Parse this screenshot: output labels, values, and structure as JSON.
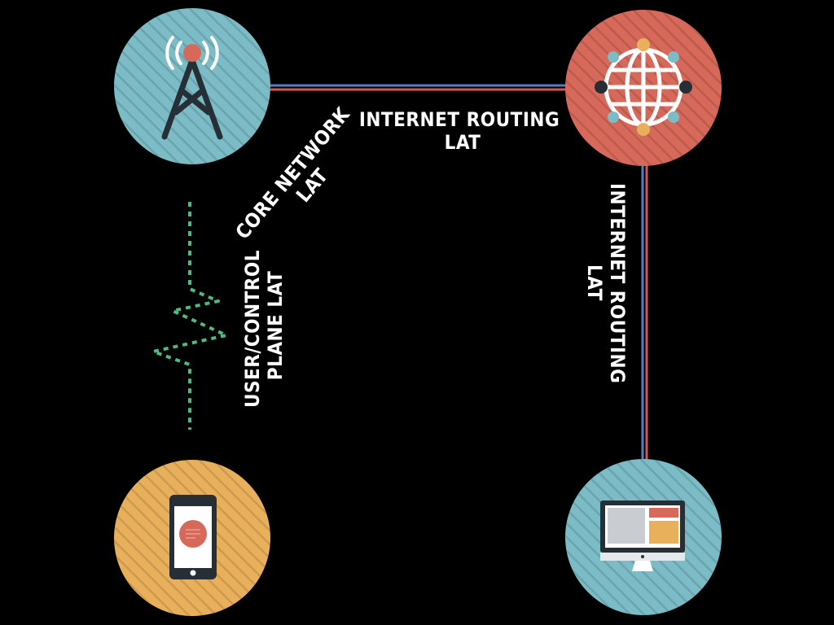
{
  "colors": {
    "background": "#000000",
    "tower_node": "#7bbcc6",
    "internet_node": "#d7695a",
    "phone_node": "#e9b05b",
    "desktop_node": "#7bbcc6",
    "link_blue": "#4f7fc2",
    "link_red": "#d7584a",
    "radio_link": "#4dbb7d",
    "icon_dark": "#262e36"
  },
  "nodes": {
    "tower": {
      "icon": "cell-tower-icon"
    },
    "internet": {
      "icon": "globe-network-icon"
    },
    "phone": {
      "icon": "smartphone-icon"
    },
    "desktop": {
      "icon": "desktop-monitor-icon"
    }
  },
  "labels": {
    "core_network": [
      "CORE NETWORK",
      "LAT"
    ],
    "internet_routing_top": [
      "INTERNET ROUTING",
      "LAT"
    ],
    "internet_routing_side": [
      "INTERNET ROUTING",
      "LAT"
    ],
    "user_control": [
      "USER/CONTROL",
      "PLANE LAT"
    ]
  }
}
